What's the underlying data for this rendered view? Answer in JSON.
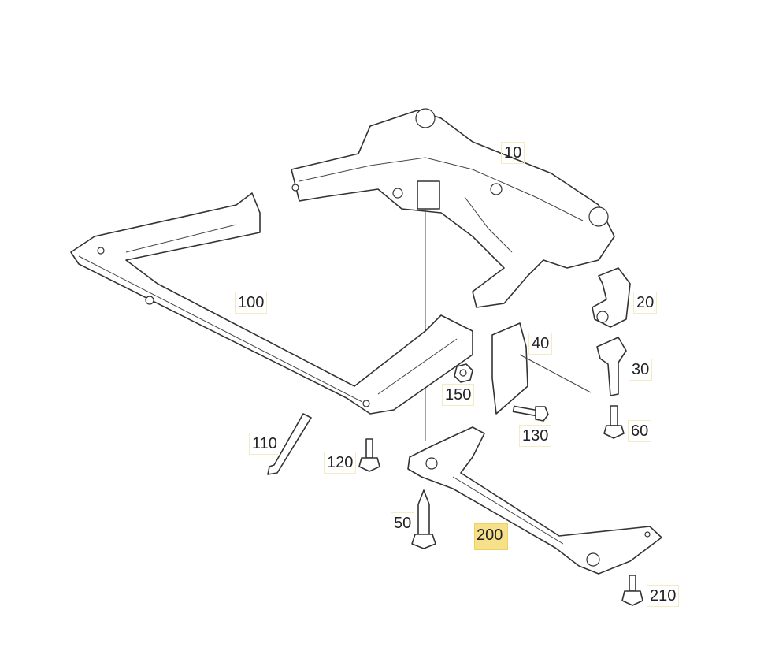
{
  "diagram": {
    "labels": [
      {
        "id": "10",
        "text": "10"
      },
      {
        "id": "100",
        "text": "100"
      },
      {
        "id": "20",
        "text": "20"
      },
      {
        "id": "40",
        "text": "40"
      },
      {
        "id": "30",
        "text": "30"
      },
      {
        "id": "150",
        "text": "150"
      },
      {
        "id": "130",
        "text": "130"
      },
      {
        "id": "60",
        "text": "60"
      },
      {
        "id": "110",
        "text": "110"
      },
      {
        "id": "120",
        "text": "120"
      },
      {
        "id": "50",
        "text": "50"
      },
      {
        "id": "200",
        "text": "200",
        "highlighted": true
      },
      {
        "id": "210",
        "text": "210"
      }
    ],
    "colors": {
      "highlight": "#f7e08a",
      "label_border": "#f3ebc4",
      "line": "#333333"
    }
  }
}
